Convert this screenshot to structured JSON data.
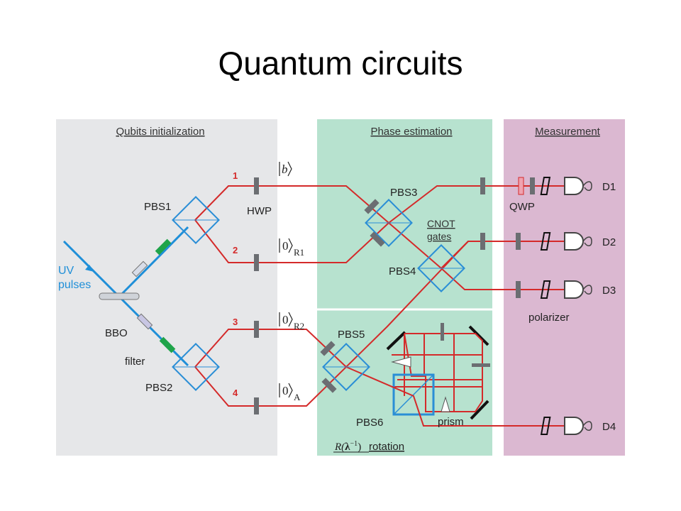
{
  "slide": {
    "title": "Quantum circuits"
  },
  "panels": {
    "init": "Qubits initialization",
    "phase": "Phase estimation",
    "measure": "Measurement"
  },
  "source": {
    "uv_line1": "UV",
    "uv_line2": "pulses"
  },
  "components": {
    "pbs1": "PBS1",
    "pbs2": "PBS2",
    "pbs3": "PBS3",
    "pbs4": "PBS4",
    "pbs5": "PBS5",
    "pbs6": "PBS6",
    "hwp": "HWP",
    "bbo": "BBO",
    "filter": "filter",
    "qwp": "QWP",
    "polarizer": "polarizer",
    "prism": "prism",
    "cnot_line1": "CNOT",
    "cnot_line2": "gates"
  },
  "modes": {
    "m1": "1",
    "m2": "2",
    "m3": "3",
    "m4": "4"
  },
  "states": {
    "b": "b",
    "zero": "0",
    "r1_sub": "R1",
    "r2_sub": "R2",
    "a_sub": "A"
  },
  "rotation": {
    "prefix": "R(",
    "lambda": "λ",
    "power": "−1",
    "suffix": ")",
    "word": "rotation"
  },
  "detectors": {
    "d1": "D1",
    "d2": "D2",
    "d3": "D3",
    "d4": "D4"
  },
  "colors": {
    "init_panel": "#e6e7e9",
    "phase_panel": "#b7e2cf",
    "measure_panel": "#dbb8d1",
    "beam_red": "#d42a2a",
    "beam_blue": "#1f8fd8",
    "splitter": "#2a8ed6",
    "optic_gray": "#6b6e72",
    "filter_green": "#1fa44a"
  }
}
